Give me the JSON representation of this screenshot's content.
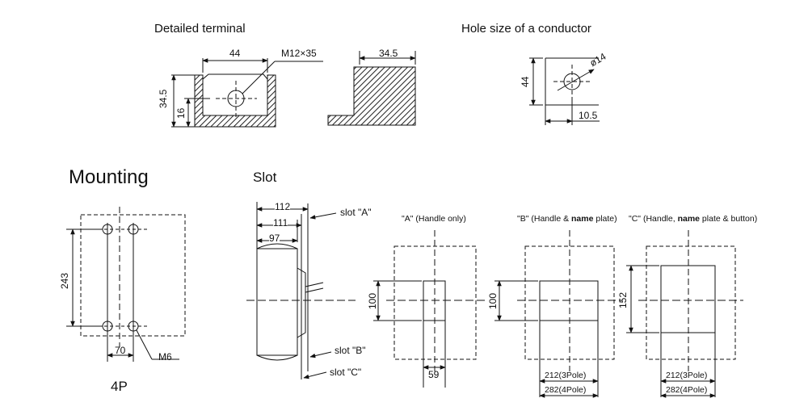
{
  "sections": {
    "detailed_terminal": "Detailed terminal",
    "hole_size": "Hole size of a conductor",
    "mounting": "Mounting",
    "slot": "Slot"
  },
  "terminal": {
    "width_dim": "44",
    "bolt_label": "M12×35",
    "height_dim": "34.5",
    "hole_height_dim": "16",
    "side_dim": "34.5"
  },
  "conductor": {
    "height_dim": "44",
    "hole_dia": "ø14",
    "offset_dim": "10.5"
  },
  "mounting": {
    "height_dim": "243",
    "spacing_dim": "70",
    "screw_label": "M6",
    "poles_label": "4P"
  },
  "slot_side": {
    "dim_112": "112",
    "dim_111": "111",
    "dim_97": "97",
    "slot_a": "slot \"A\"",
    "slot_b": "slot \"B\"",
    "slot_c": "slot \"C\""
  },
  "slot_a": {
    "title_code": "\"A\"",
    "title_rest": " (Handle only)",
    "height_dim": "100",
    "width_dim": "59"
  },
  "slot_b": {
    "title_code": "\"B\"",
    "title_pre": " (Handle & ",
    "title_bold": "name",
    "title_post": " plate)",
    "height_dim": "100",
    "dim_3pole": "212(3Pole)",
    "dim_4pole": "282(4Pole)"
  },
  "slot_c": {
    "title_code": "\"C\"",
    "title_pre": " (Handle, ",
    "title_bold": "name",
    "title_post": " plate & button)",
    "height_dim": "152",
    "dim_3pole": "212(3Pole)",
    "dim_4pole": "282(4Pole)"
  }
}
